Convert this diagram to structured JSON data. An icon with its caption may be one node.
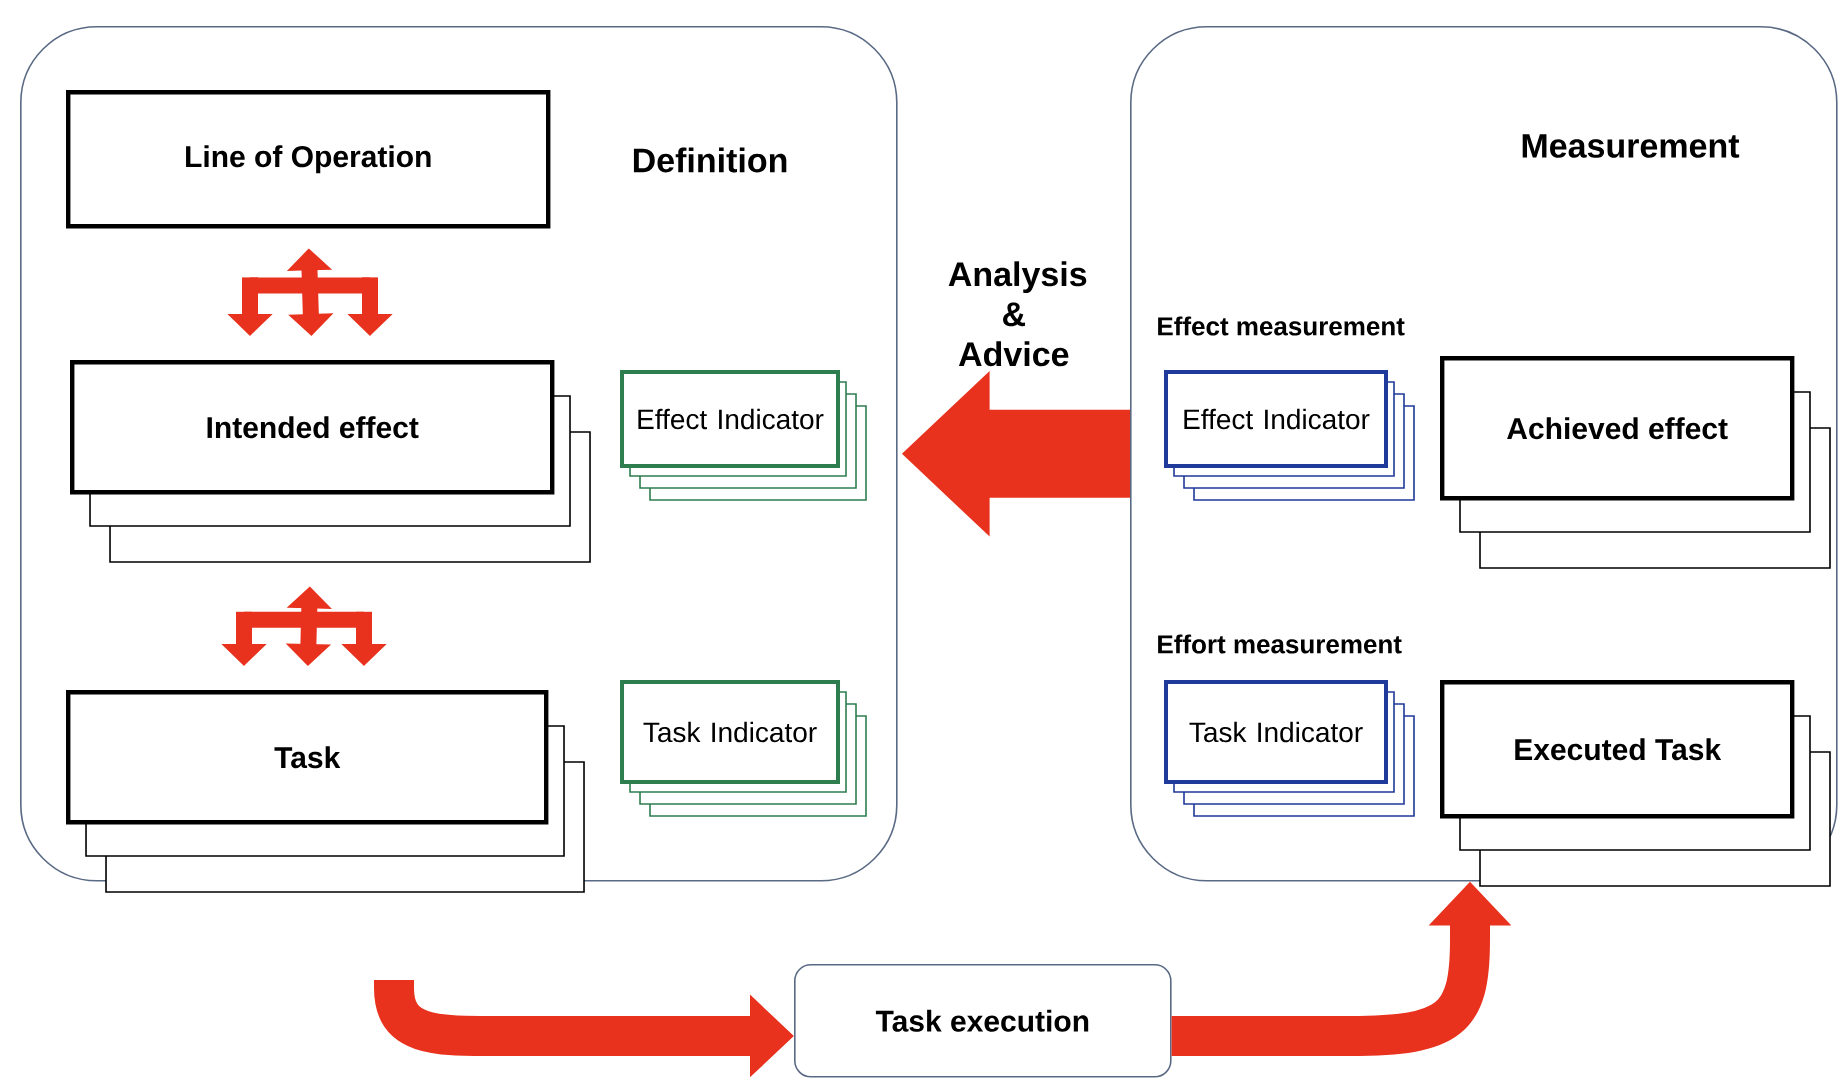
{
  "diagram": {
    "nodes": [
      {
        "text": [
          "Definition"
        ]
      },
      {
        "text": [
          "Line of Operation"
        ],
        "in": 0
      },
      {
        "text": [
          "Intended effect"
        ],
        "in": 0
      },
      {
        "text": [
          "Effect Indicator"
        ],
        "in": 0
      },
      {
        "text": [
          "Task"
        ],
        "in": 0
      },
      {
        "text": [
          "Task Indicator"
        ],
        "in": 0
      },
      {
        "text": [
          "Measurement"
        ]
      },
      {
        "text": [
          "Effect Indicator"
        ],
        "in": 6
      },
      {
        "text": [
          "Achieved effect"
        ],
        "in": 6
      },
      {
        "text": [
          "Task Indicator"
        ],
        "in": 6
      },
      {
        "text": [
          "Executed Task"
        ],
        "in": 6
      },
      {
        "text": [
          "Task execution"
        ]
      }
    ],
    "edges": [
      {
        "from": 1,
        "to": 2,
        "arrow": "both"
      },
      {
        "from": 2,
        "to": 4,
        "arrow": "both"
      },
      {
        "from": 6,
        "to": 0,
        "arrow": "to",
        "style": "thick",
        "label": "Analysis & Advice"
      },
      {
        "from": null,
        "to": 11,
        "arrow": "to"
      },
      {
        "from": 11,
        "to": 6,
        "arrow": "to"
      }
    ],
    "labels": [
      "Effect measurement",
      "Effort measurement"
    ]
  }
}
